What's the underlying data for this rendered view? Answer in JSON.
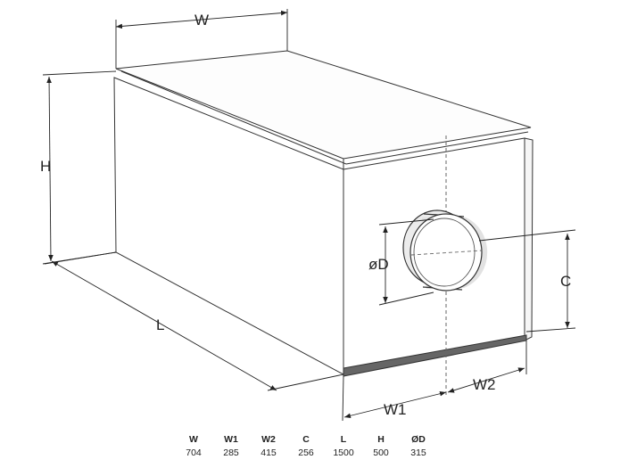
{
  "dimension_labels": {
    "w": "W",
    "h": "H",
    "l": "L",
    "w1": "W1",
    "w2": "W2",
    "c": "C",
    "d": "øD"
  },
  "spec_table": {
    "headers": [
      "W",
      "W1",
      "W2",
      "C",
      "L",
      "H",
      "ØD"
    ],
    "values": [
      "704",
      "285",
      "415",
      "256",
      "1500",
      "500",
      "315"
    ]
  }
}
